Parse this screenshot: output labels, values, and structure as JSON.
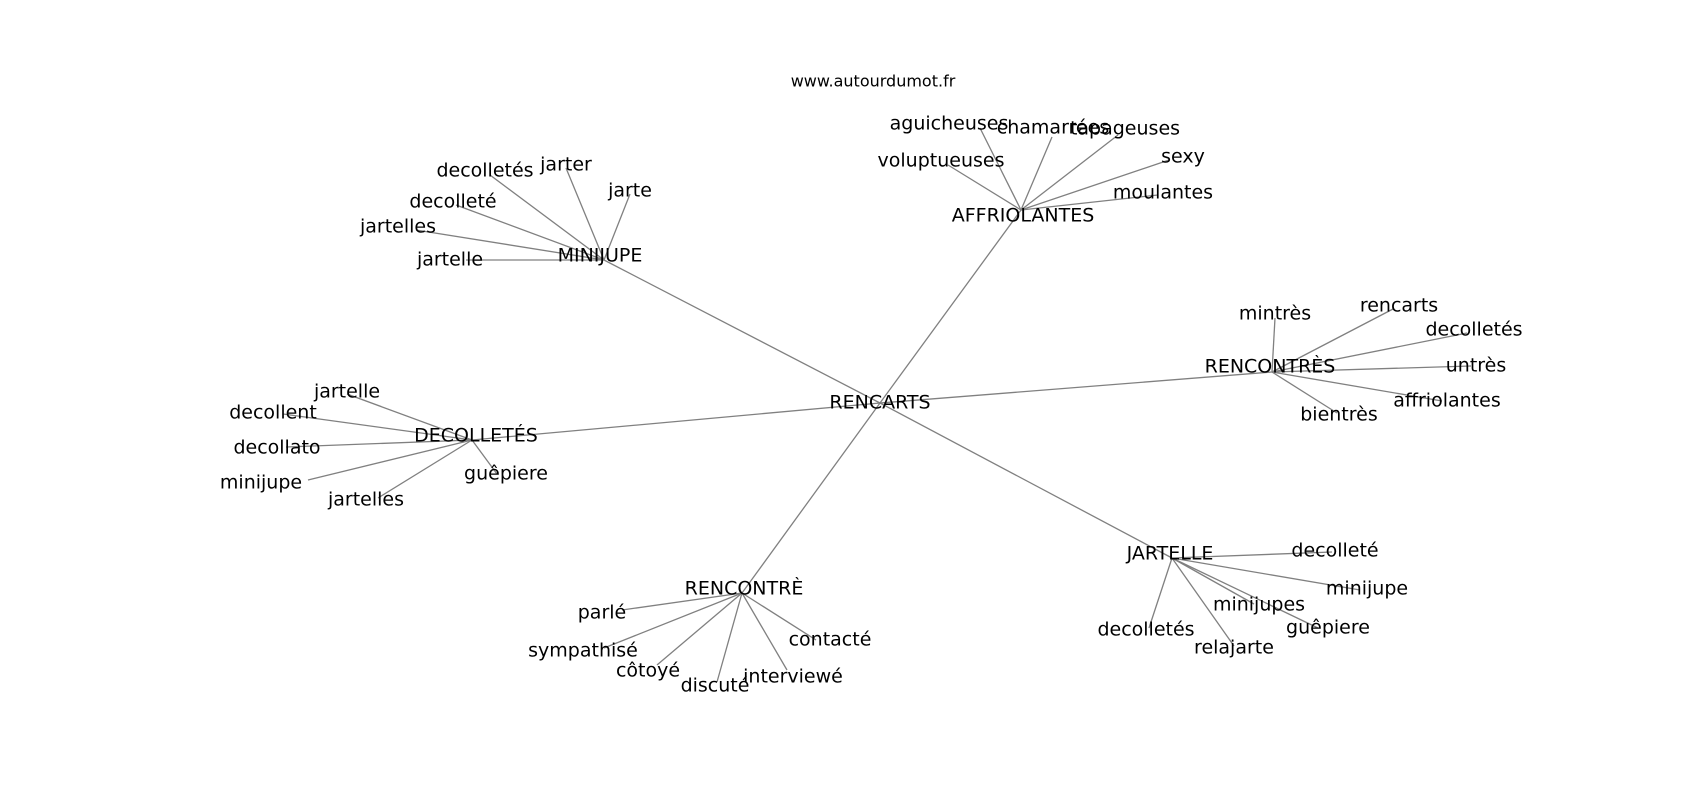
{
  "credit": "www.autourdumot.fr",
  "center": "RENCARTS",
  "edge_color": "#808080",
  "groups": [
    {
      "hub": "MINIJUPE",
      "leaves": [
        "decolletés",
        "jarter",
        "jarte",
        "decolleté",
        "jartelles",
        "jartelle"
      ]
    },
    {
      "hub": "AFFRIOLANTES",
      "leaves": [
        "aguicheuses",
        "chamarrées",
        "tapageuses",
        "voluptueuses",
        "sexy",
        "moulantes"
      ]
    },
    {
      "hub": "RENCONTRÈS",
      "leaves": [
        "mintrès",
        "rencarts",
        "decolletés",
        "untrès",
        "affriolantes",
        "bientrès"
      ]
    },
    {
      "hub": "DECOLLETÉS",
      "leaves": [
        "jartelle",
        "decollent",
        "decollato",
        "minijupe",
        "jartelles",
        "guêpiere"
      ]
    },
    {
      "hub": "RENCONTRÈ",
      "leaves": [
        "parlé",
        "sympathisé",
        "côtoyé",
        "discuté",
        "interviewé",
        "contacté"
      ]
    },
    {
      "hub": "JARTELLE",
      "leaves": [
        "decolleté",
        "minijupe",
        "minijupes",
        "guêpiere",
        "decolletés",
        "relajarte"
      ]
    }
  ]
}
